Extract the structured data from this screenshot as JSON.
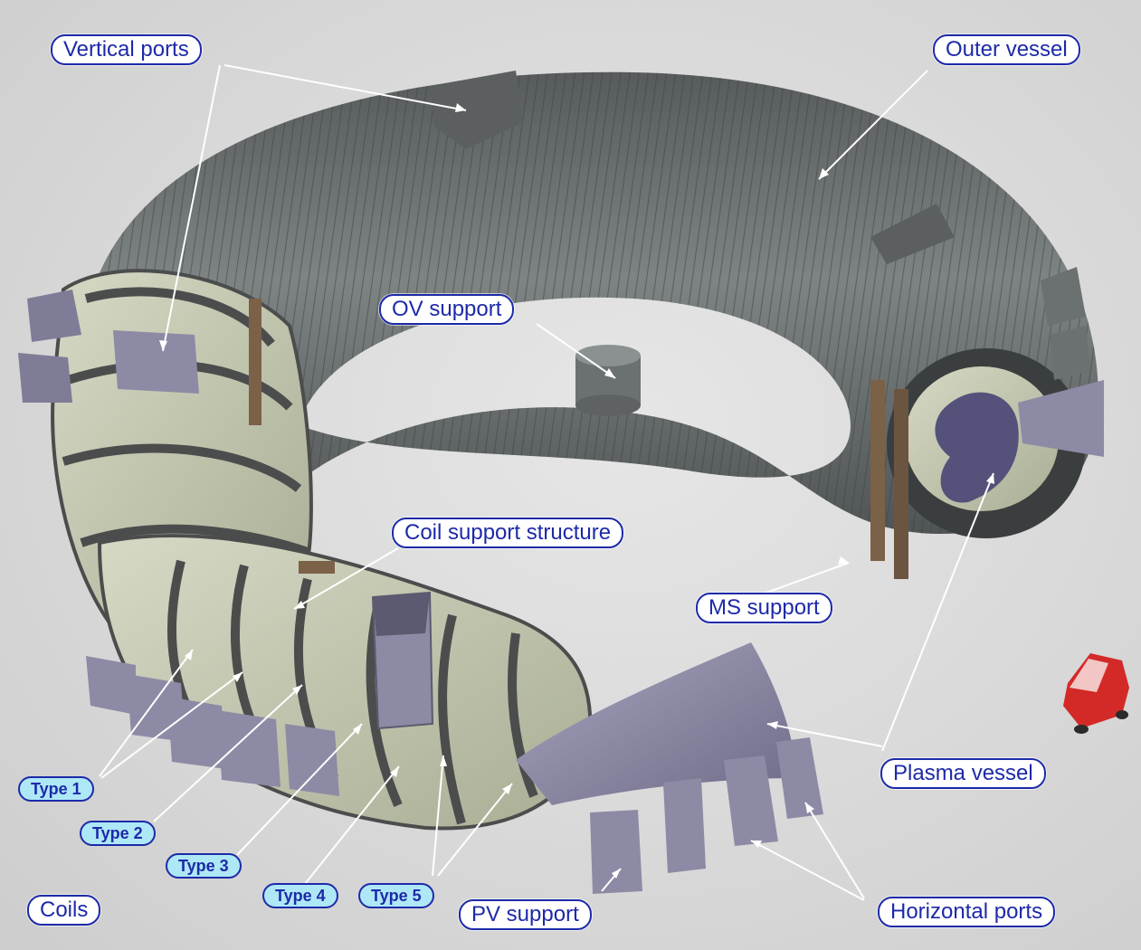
{
  "labels": {
    "vertical_ports": "Vertical ports",
    "outer_vessel": "Outer vessel",
    "ov_support": "OV support",
    "coil_support_structure": "Coil support structure",
    "ms_support": "MS support",
    "plasma_vessel": "Plasma vessel",
    "horizontal_ports": "Horizontal ports",
    "pv_support": "PV support",
    "coils": "Coils"
  },
  "coil_types": [
    "Type 1",
    "Type 2",
    "Type 3",
    "Type 4",
    "Type 5"
  ],
  "colors": {
    "label_border": "#1d2aa8",
    "label_text": "#1d2aa8",
    "type_label_fill": "#aee8f7",
    "outer_vessel": "#6f7474",
    "port_metal": "#8d8aa5",
    "coil_fill": "#c7cbb2",
    "coil_band": "#4b4d4d",
    "support_brown": "#7b6148",
    "car": "#d32a28"
  }
}
